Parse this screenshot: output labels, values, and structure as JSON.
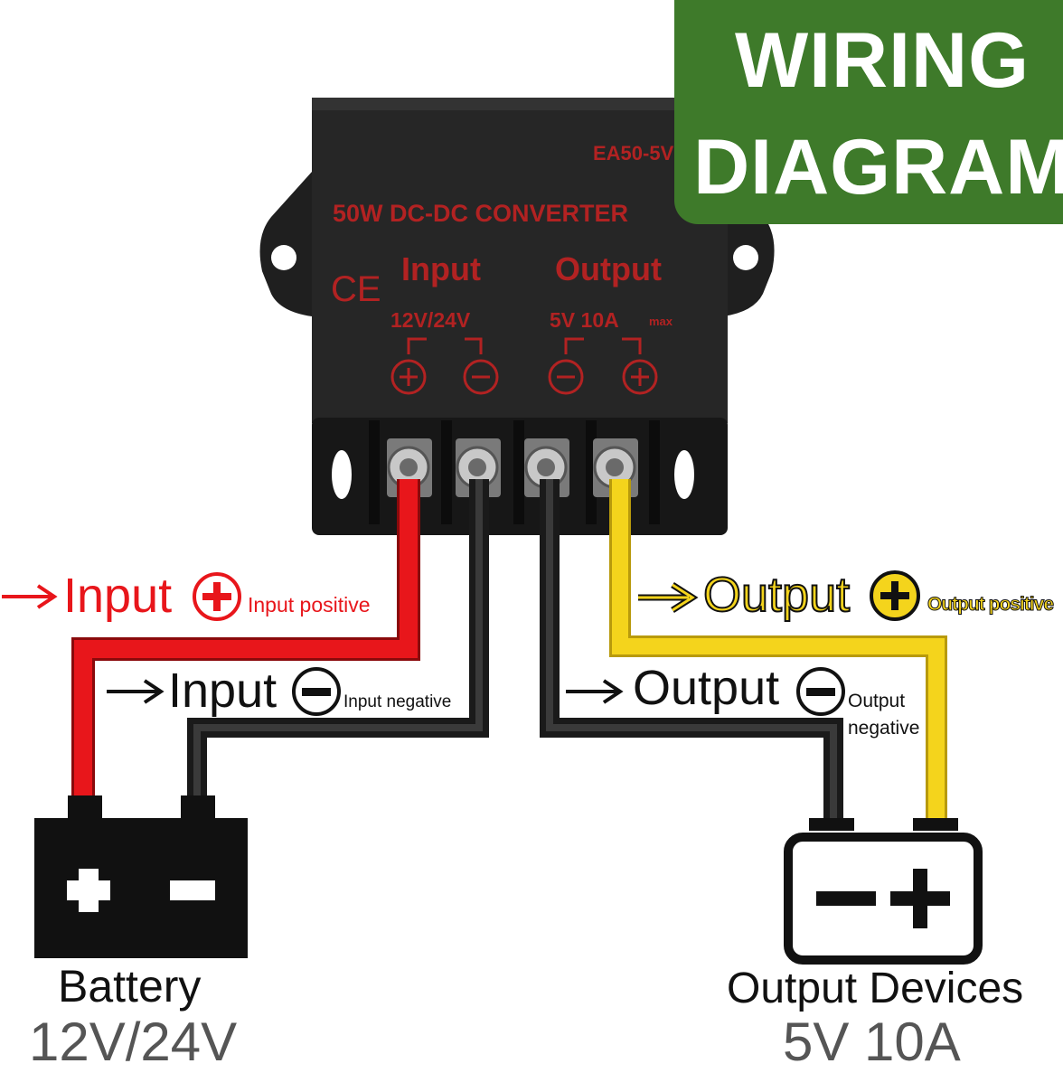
{
  "banner": {
    "line1": "WIRING",
    "line2": "DIAGRAM"
  },
  "converter": {
    "model": "EA50-5V",
    "title": "50W DC-DC CONVERTER",
    "ce_mark": "CE",
    "input_label": "Input",
    "output_label": "Output",
    "input_voltage": "12V/24V",
    "output_rating": "5V 10A",
    "output_rating_suffix": "max"
  },
  "wires": {
    "input_positive": {
      "label": "Input",
      "sublabel": "Input positive",
      "color": "#e8161b"
    },
    "input_negative": {
      "label": "Input",
      "sublabel": "Input negative",
      "color": "#1a1a1a"
    },
    "output_positive": {
      "label": "Output",
      "sublabel": "Output positive",
      "color": "#f4d41c"
    },
    "output_negative": {
      "label": "Output",
      "sublabel_line1": "Output",
      "sublabel_line2": "negative",
      "color": "#1a1a1a"
    }
  },
  "battery": {
    "name": "Battery",
    "voltage": "12V/24V"
  },
  "output_devices": {
    "name": "Output Devices",
    "rating": "5V 10A"
  }
}
